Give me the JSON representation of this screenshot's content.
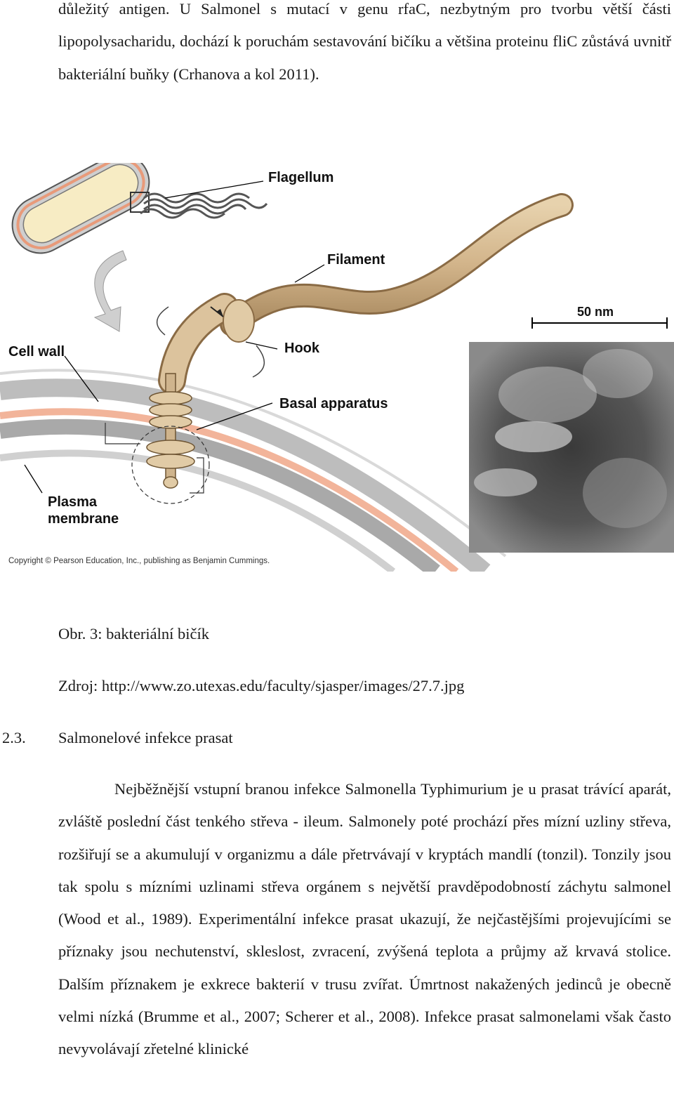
{
  "top_paragraph": "důležitý antigen. U Salmonel s mutací v genu rfaC, nezbytným pro tvorbu větší části lipopolysacharidu, dochází k poruchám sestavování bičíku a většina proteinu fliC zůstává uvnitř bakteriální buňky (Crhanova a kol 2011).",
  "figure": {
    "labels": {
      "flagellum": "Flagellum",
      "filament": "Filament",
      "scale": "50 nm",
      "cell_wall": "Cell wall",
      "hook": "Hook",
      "basal_apparatus": "Basal apparatus",
      "plasma_membrane_1": "Plasma",
      "plasma_membrane_2": "membrane",
      "copyright": "Copyright © Pearson Education, Inc., publishing as Benjamin Cummings."
    },
    "colors": {
      "cell_fill": "#f7ecc4",
      "wall_gray": "#b3b3b3",
      "membrane_pink": "#f2b49a",
      "flagellum_tan": "#d2b48a",
      "micrograph_dark": "#2a2a2a"
    }
  },
  "caption": {
    "title": "Obr. 3: bakteriální bičík",
    "source": "Zdroj: http://www.zo.utexas.edu/faculty/sjasper/images/27.7.jpg"
  },
  "section": {
    "number": "2.3.",
    "title": "Salmonelové infekce prasat"
  },
  "body_paragraph": "Nejběžnější vstupní branou infekce Salmonella Typhimurium je u prasat trávící aparát, zvláště poslední část tenkého střeva - ileum. Salmonely poté prochází přes mízní uzliny střeva, rozšiřují se a akumulují v organizmu a dále přetrvávají v kryptách mandlí (tonzil). Tonzily jsou tak spolu s mízními uzlinami střeva orgánem s největší pravděpodobností záchytu salmonel (Wood et al., 1989). Experimentální infekce prasat ukazují, že nejčastějšími projevujícími se příznaky jsou nechutenství, skleslost, zvracení, zvýšená teplota a průjmy až krvavá stolice. Dalším příznakem je exkrece bakterií v trusu zvířat. Úmrtnost nakažených jedinců je obecně velmi nízká (Brumme et al., 2007; Scherer et al., 2008). Infekce prasat salmonelami však často nevyvolávají zřetelné klinické"
}
